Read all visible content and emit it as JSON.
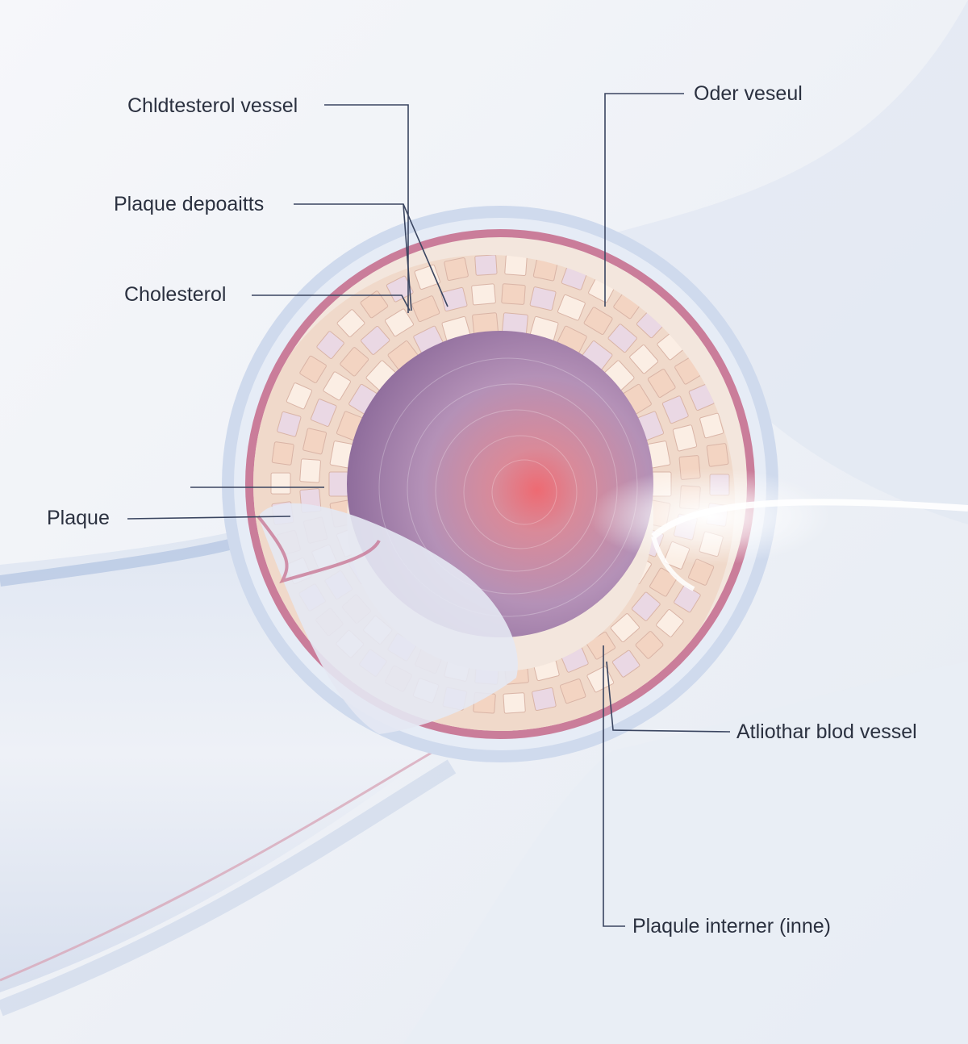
{
  "labels": {
    "cholesterol_vessel": "Chldtesterol vessel",
    "plaque_deposits": "Plaque depoaitts",
    "cholesterol": "Cholesterol",
    "plaque": "Plaque",
    "outer_vessel": "Oder veseul",
    "blood_vessel": "Atliothar blod vessel",
    "plaque_interner": "Plaqule interner (inne)"
  },
  "colors": {
    "background": "#eef1f6",
    "vessel_outer": "#c9d5ea",
    "vessel_intima": "#c46a8a",
    "plaque_block": "#f6e3d6",
    "lumen": "#a07fa8",
    "lumen_glow": "#ee6a72",
    "leader_line": "#3a4560"
  }
}
